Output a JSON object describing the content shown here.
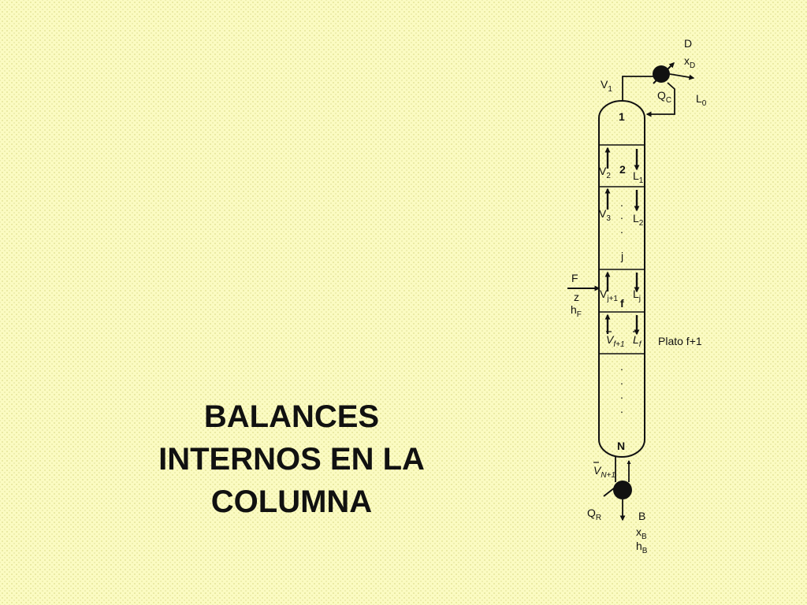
{
  "title": {
    "lines": [
      "BALANCES",
      "INTERNOS EN LA",
      "COLUMNA"
    ]
  },
  "labels": {
    "D": "D",
    "xD_base": "x",
    "xD_sub": "D",
    "V1_base": "V",
    "V1_sub": "1",
    "QC_base": "Q",
    "QC_sub": "C",
    "L0_base": "L",
    "L0_sub": "0",
    "stage1": "1",
    "stage2": "2",
    "V2_base": "V",
    "V2_sub": "2",
    "L1_base": "L",
    "L1_sub": "1",
    "V3_base": "V",
    "V3_sub": "3",
    "L2_base": "L",
    "L2_sub": "2",
    "dot": ".",
    "stage_j": "j",
    "F": "F",
    "z": "z",
    "hF_base": "h",
    "hF_sub": "F",
    "Vj1_base": "V",
    "Vj1_sub": "j+1",
    "Lj_base": "L",
    "Lj_sub": "j",
    "stage_f": "f",
    "Vf1_base": "V",
    "Vf1_sub": "f+1",
    "Lf_base": "L",
    "Lf_sub": "f",
    "plato": "Plato f+1",
    "stageN": "N",
    "VN1_base": "V",
    "VN1_sub": "N+1",
    "QR_base": "Q",
    "QR_sub": "R",
    "B": "B",
    "xB_base": "x",
    "xB_sub": "B",
    "hB_base": "h",
    "hB_sub": "B"
  }
}
